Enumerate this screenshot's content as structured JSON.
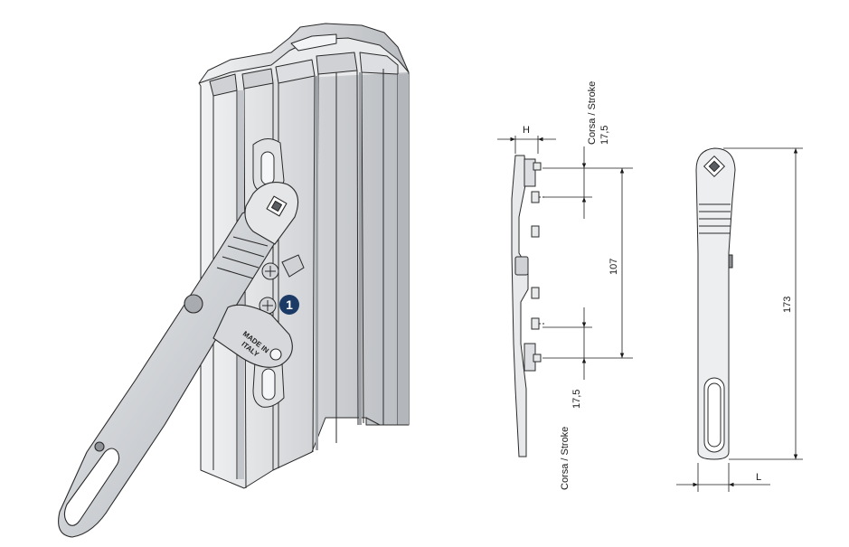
{
  "colors": {
    "line": "#2a2a2a",
    "profile_light": "#e6e7e9",
    "profile_mid": "#c9cbce",
    "profile_dark": "#8c8f93",
    "handle_light": "#d7d9dc",
    "handle_dark": "#9a9da1",
    "callout": "#1b3a66",
    "dimension": "#1a1a1a"
  },
  "icons": {
    "brand_logo": "brand-logo-icon",
    "arrow": "dimension-arrow-icon"
  },
  "callout": {
    "number": "1"
  },
  "handle_stamp": {
    "line1": "MADE IN",
    "line2": "ITALY"
  },
  "side_view": {
    "width_label": "H",
    "top_stroke_label": "Corsa / Stroke",
    "top_stroke_value": "17,5",
    "bottom_stroke_label": "Corsa / Stroke",
    "bottom_stroke_value": "17,5",
    "center_distance": "107"
  },
  "front_view": {
    "height": "173",
    "width_label": "L"
  }
}
